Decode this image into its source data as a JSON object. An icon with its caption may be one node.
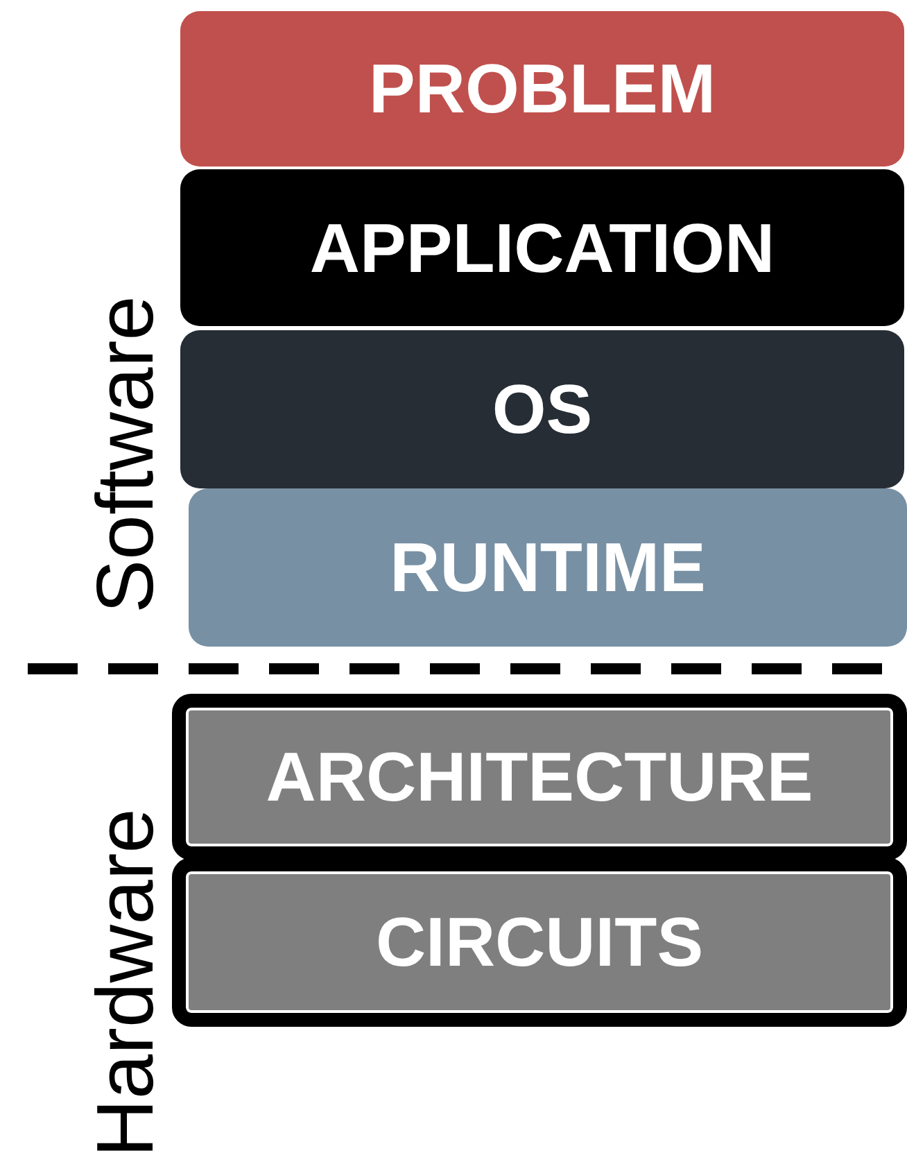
{
  "diagram": {
    "nodes": [
      {
        "text": [
          "PROBLEM"
        ]
      },
      {
        "text": [
          "APPLICATION"
        ]
      },
      {
        "text": [
          "OS"
        ]
      },
      {
        "text": [
          "RUNTIME"
        ]
      },
      {
        "text": [
          "ARCHITECTURE"
        ]
      },
      {
        "text": [
          "CIRCUITS"
        ]
      }
    ],
    "labels": [
      "Software",
      "Hardware"
    ]
  }
}
